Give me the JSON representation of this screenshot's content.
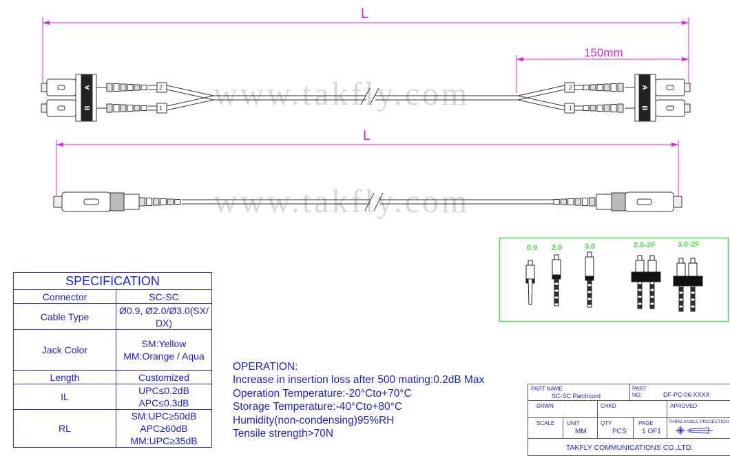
{
  "drawing": {
    "length_label_top": "L",
    "length_label_bottom": "L",
    "breakout_length": "150mm",
    "watermark": "www.takfly.com",
    "duplex_port_labels": {
      "a": "A",
      "b": "B",
      "fiber_1": "1",
      "fiber_2": "2"
    },
    "dimension_color": "#e020e0",
    "line_color": "#333333"
  },
  "connector_types": {
    "border_color": "#44dd44",
    "label_color": "#44dd44",
    "items": [
      "0.9",
      "2.0",
      "3.0",
      "2.0-2F",
      "3.0-2F"
    ]
  },
  "specification": {
    "title": "SPECIFICATION",
    "rows": [
      {
        "label": "Connector",
        "value": [
          "SC-SC"
        ]
      },
      {
        "label": "Cable Type",
        "value": [
          "Ø0.9, Ø2.0/Ø3.0(SX/",
          "DX)"
        ]
      },
      {
        "label": "Jack Color",
        "value": [
          "SM:Yellow",
          "MM:Orange / Aqua"
        ]
      },
      {
        "label": "Length",
        "value": [
          "Customized"
        ]
      },
      {
        "label": "IL",
        "value": [
          "UPC≤0.2dB",
          "APC≤0.3dB"
        ]
      },
      {
        "label": "RL",
        "value": [
          "SM:UPC≥50dB",
          "APC≥60dB",
          "MM:UPC≥35dB"
        ]
      }
    ]
  },
  "operation": {
    "title": "OPERATION:",
    "lines": [
      "Increase in insertion loss after 500 mating:0.2dB Max",
      "Operation Temperature:-20°Cto+70°C",
      "Storage Temperature:-40°Cto+80°C",
      "Humidity(non-condensing)95%RH",
      "Tensile strength>70N"
    ]
  },
  "title_block": {
    "part_name_label": "PART NAME",
    "part_name": "SC-SC Patchcord",
    "part_no_label": "PART NO.",
    "part_no": "DF-PC-06-XXXX",
    "drawn_label": "DRWN",
    "checked_label": "CHKD",
    "approved_label": "APROVED",
    "scale_label": "SCALE",
    "unit_label": "UNIT",
    "unit": "MM",
    "qty_label": "QTY",
    "qty": "PCS",
    "page_label": "PAGE",
    "page": "1 OF1",
    "projection_label": "THIRD ANGLE PROJECTION",
    "company": "TAKFLY COMMUNICATIONS CO.,LTD."
  }
}
